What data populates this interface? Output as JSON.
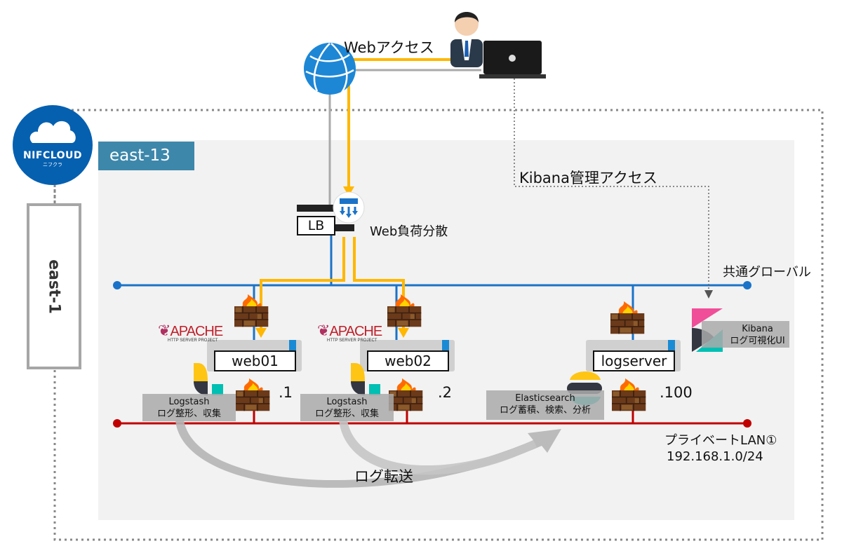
{
  "logo": {
    "brand": "NIFCLOUD",
    "sub": "ニフクラ"
  },
  "zone": {
    "label": "east-1"
  },
  "region": {
    "label": "east-13"
  },
  "access": {
    "web": "Webアクセス",
    "kibana": "Kibana管理アクセス",
    "log_transfer": "ログ転送"
  },
  "lb": {
    "label": "LB",
    "desc": "Web負荷分散"
  },
  "networks": {
    "global": {
      "label": "共通グローバル",
      "color": "#1a73c8"
    },
    "private": {
      "label": "プライベートLAN①",
      "cidr": "192.168.1.0/24",
      "color": "#c00000"
    }
  },
  "servers": [
    {
      "name": "web01",
      "ip": ".1",
      "software": "APACHE",
      "software_sub": "HTTP SERVER PROJECT",
      "agent": "Logstash",
      "agent_desc": "ログ整形、収集"
    },
    {
      "name": "web02",
      "ip": ".2",
      "software": "APACHE",
      "software_sub": "HTTP SERVER PROJECT",
      "agent": "Logstash",
      "agent_desc": "ログ整形、収集"
    },
    {
      "name": "logserver",
      "ip": ".100",
      "agent": "Elasticsearch",
      "agent_desc": "ログ蓄積、検索、分析"
    }
  ],
  "kibana": {
    "name": "Kibana",
    "desc": "ログ可視化UI"
  },
  "colors": {
    "accent_flow": "#ffb700",
    "region_label": "#3d87ab",
    "nifcloud": "#0560b0"
  }
}
